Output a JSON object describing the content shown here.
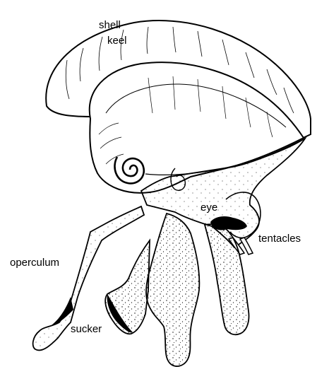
{
  "labels": {
    "shell": "shell",
    "keel": "keel",
    "eye": "eye",
    "tentacles": "tentacles",
    "operculum": "operculum",
    "sucker": "sucker"
  },
  "colors": {
    "ink": "#000000",
    "paper": "#ffffff"
  }
}
